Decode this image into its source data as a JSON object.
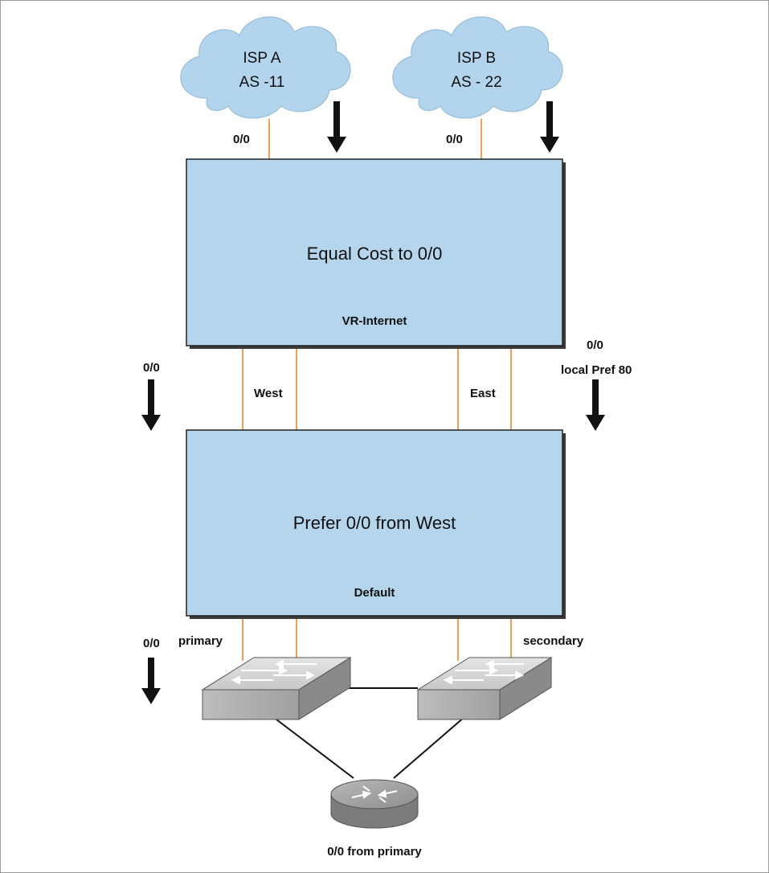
{
  "clouds": [
    {
      "name": "ISP A",
      "as": "AS -11"
    },
    {
      "name": "ISP B",
      "as": "AS - 22"
    }
  ],
  "routers": {
    "vr_internet": {
      "title": "Equal Cost to 0/0",
      "name": "VR-Internet"
    },
    "default": {
      "title": "Prefer 0/0 from West",
      "name": "Default"
    }
  },
  "labels": {
    "isp_a_route": "0/0",
    "isp_b_route": "0/0",
    "left_route_mid": "0/0",
    "right_route_mid": "0/0",
    "right_local_pref": "local Pref 80",
    "west": "West",
    "east": "East",
    "left_route_bottom": "0/0",
    "primary": "primary",
    "secondary": "secondary",
    "router_route": "0/0 from primary"
  },
  "colors": {
    "box_fill": "#b4d5ec",
    "cloud_fill": "#b2d4ec",
    "link": "#f0a050",
    "arrow": "#111111",
    "switch_top": "#d8d8d8",
    "switch_front": "#a9a9a9",
    "switch_side": "#8a8a8a",
    "router": "#9a9a9a"
  },
  "icons": [
    "cloud-icon",
    "switch-icon",
    "router-icon",
    "down-arrow-icon"
  ]
}
